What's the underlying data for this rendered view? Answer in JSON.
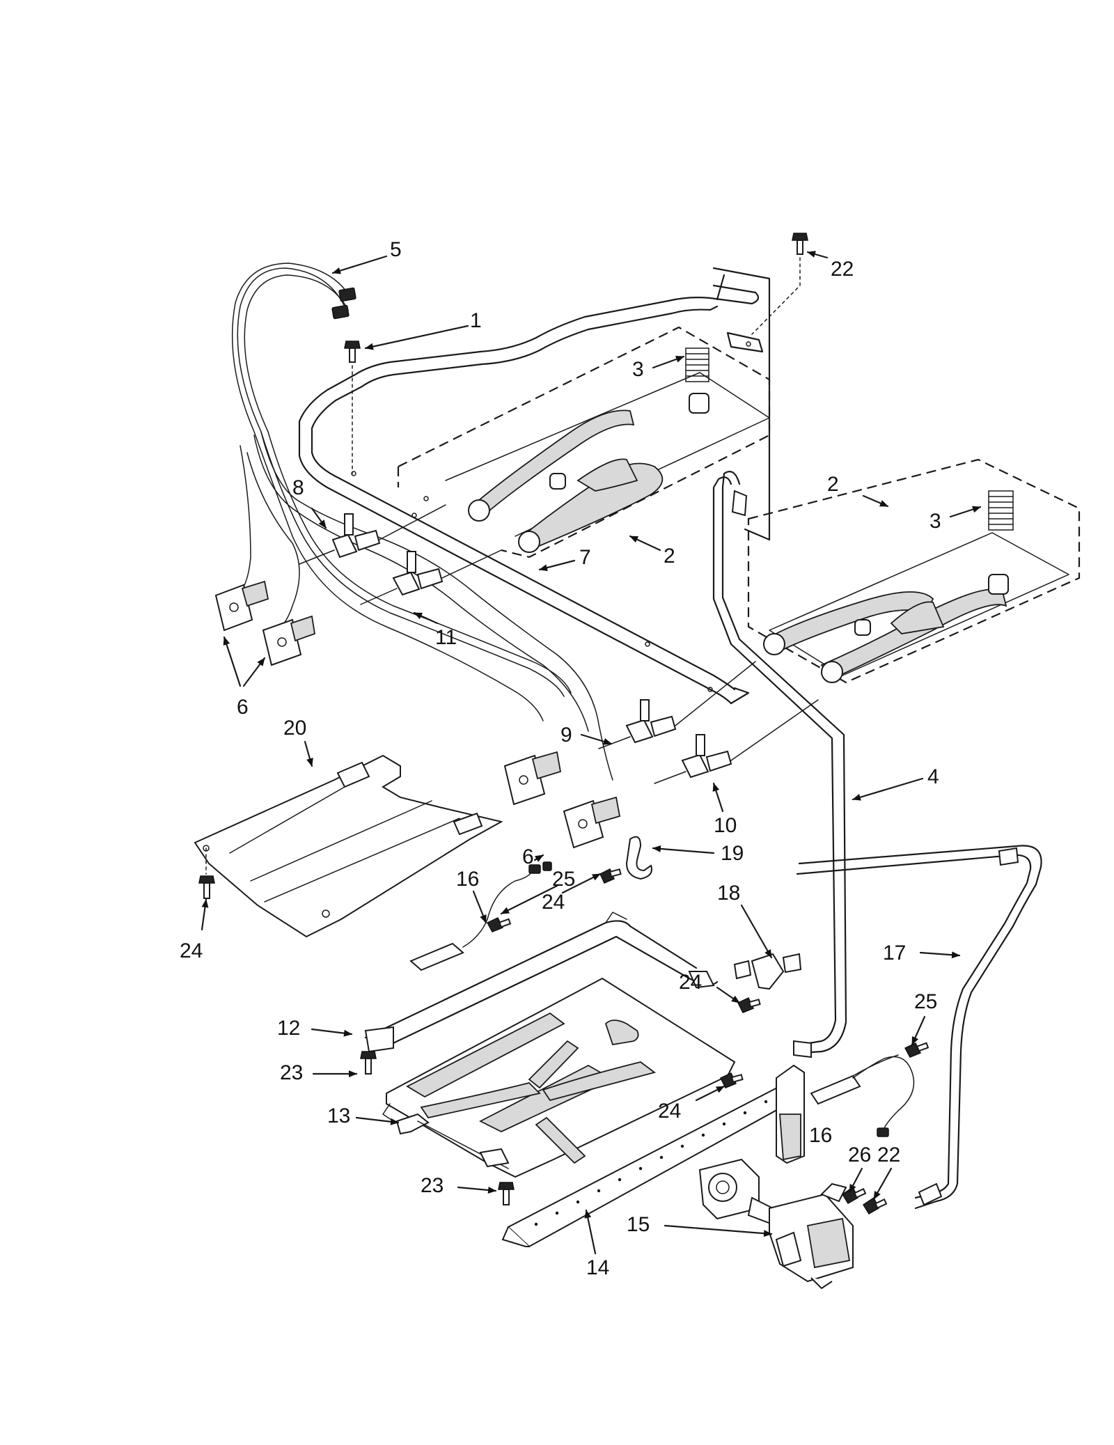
{
  "callouts": [
    {
      "id": "c1",
      "label": "1"
    },
    {
      "id": "c2a",
      "label": "2"
    },
    {
      "id": "c2b",
      "label": "2"
    },
    {
      "id": "c3a",
      "label": "3"
    },
    {
      "id": "c3b",
      "label": "3"
    },
    {
      "id": "c4",
      "label": "4"
    },
    {
      "id": "c5",
      "label": "5"
    },
    {
      "id": "c6a",
      "label": "6"
    },
    {
      "id": "c6b",
      "label": "6"
    },
    {
      "id": "c7",
      "label": "7"
    },
    {
      "id": "c8",
      "label": "8"
    },
    {
      "id": "c9",
      "label": "9"
    },
    {
      "id": "c10",
      "label": "10"
    },
    {
      "id": "c11",
      "label": "11"
    },
    {
      "id": "c12",
      "label": "12"
    },
    {
      "id": "c13",
      "label": "13"
    },
    {
      "id": "c14",
      "label": "14"
    },
    {
      "id": "c15",
      "label": "15"
    },
    {
      "id": "c16a",
      "label": "16"
    },
    {
      "id": "c16b",
      "label": "16"
    },
    {
      "id": "c17",
      "label": "17"
    },
    {
      "id": "c18",
      "label": "18"
    },
    {
      "id": "c19",
      "label": "19"
    },
    {
      "id": "c20",
      "label": "20"
    },
    {
      "id": "c22a",
      "label": "22"
    },
    {
      "id": "c22b",
      "label": "22"
    },
    {
      "id": "c23a",
      "label": "23"
    },
    {
      "id": "c23b",
      "label": "23"
    },
    {
      "id": "c24a",
      "label": "24"
    },
    {
      "id": "c24b",
      "label": "24"
    },
    {
      "id": "c24c",
      "label": "24"
    },
    {
      "id": "c24d",
      "label": "24"
    },
    {
      "id": "c25a",
      "label": "25"
    },
    {
      "id": "c25b",
      "label": "25"
    },
    {
      "id": "c26",
      "label": "26"
    }
  ]
}
